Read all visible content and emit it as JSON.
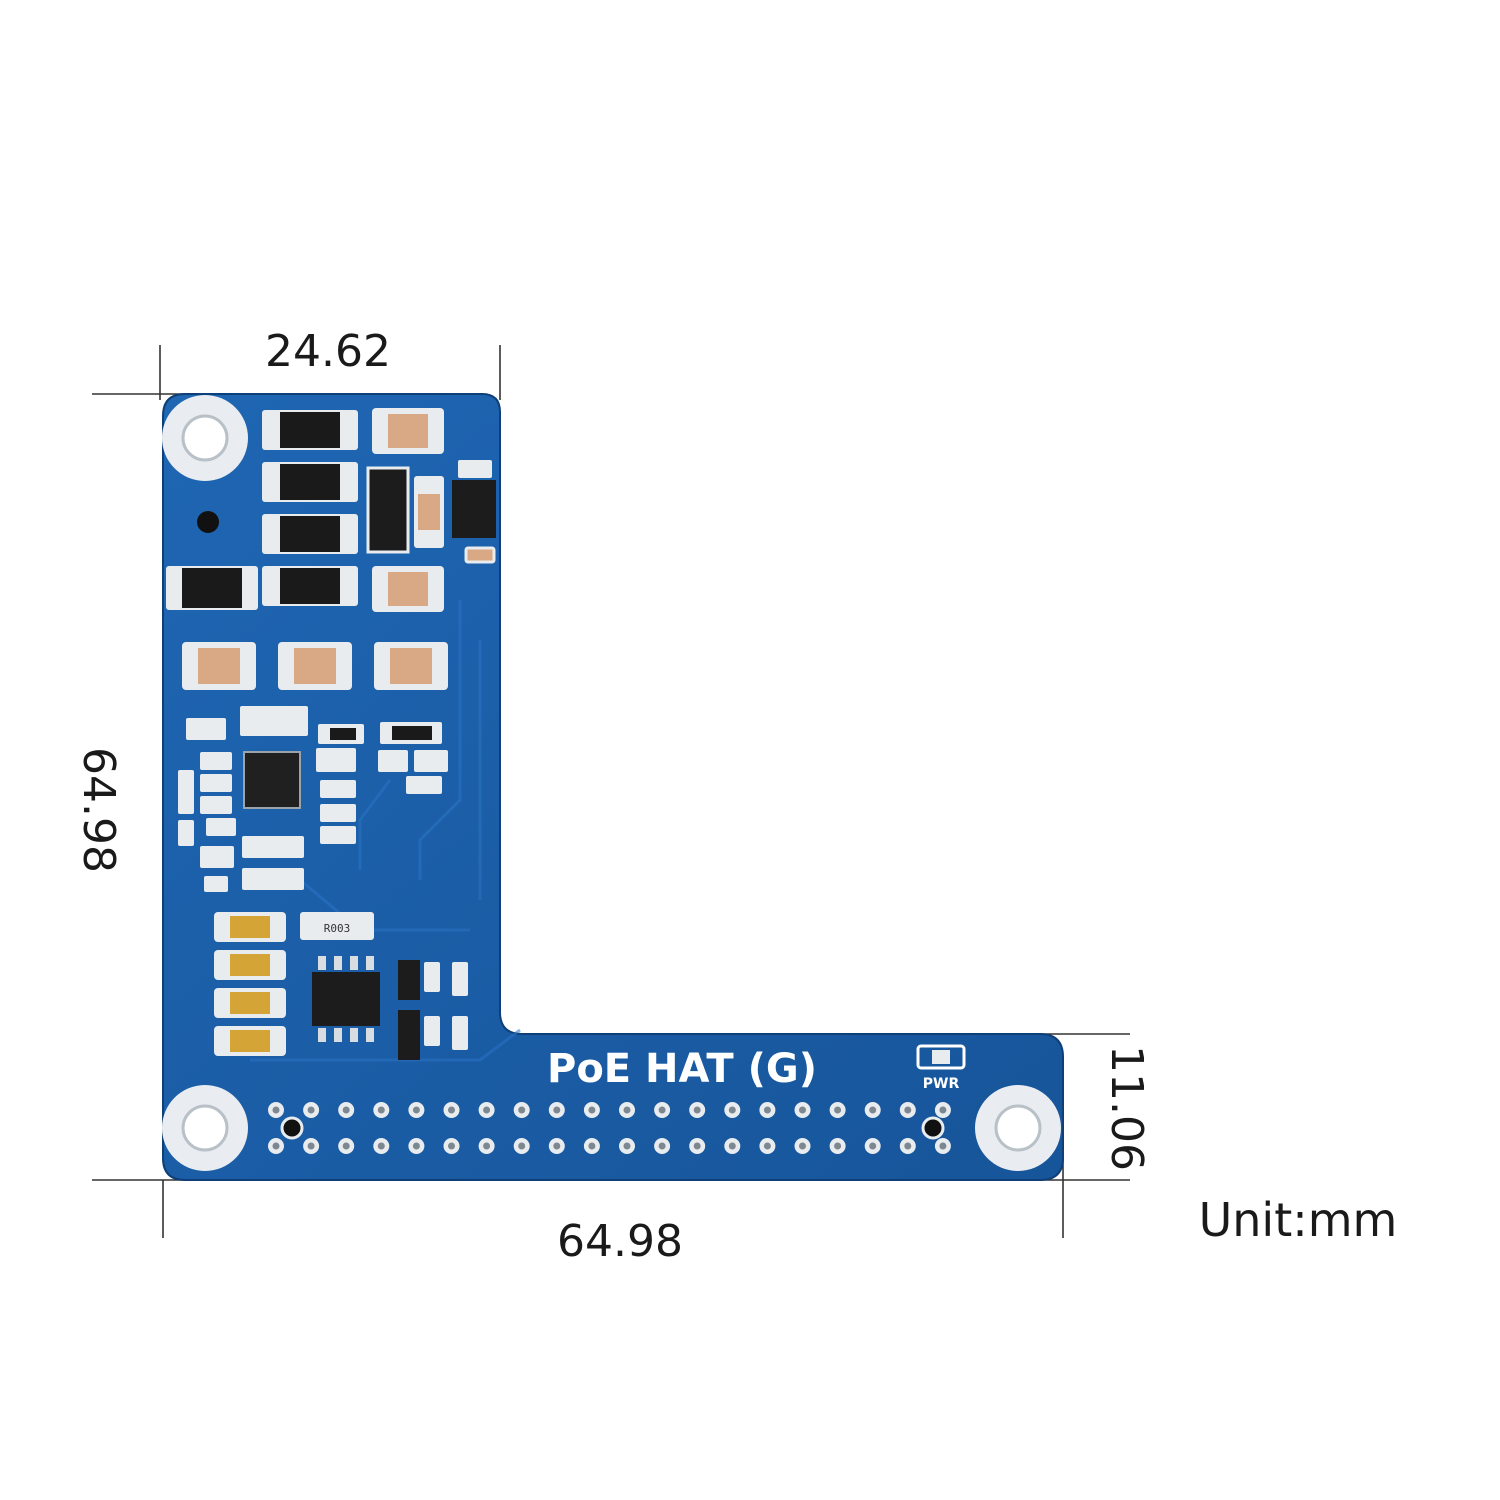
{
  "board": {
    "name_label": "PoE HAT (G)",
    "pwr_label": "PWR",
    "ic_marking": "R003",
    "pcb_color": "#1b5fa8",
    "accent_color": "#2a73c4"
  },
  "dimensions": {
    "top_width": "24.62",
    "left_height": "64.98",
    "bottom_width": "64.98",
    "right_height": "11.06",
    "unit": "Unit:mm"
  },
  "header_pins": {
    "columns": 20,
    "rows": 2
  }
}
